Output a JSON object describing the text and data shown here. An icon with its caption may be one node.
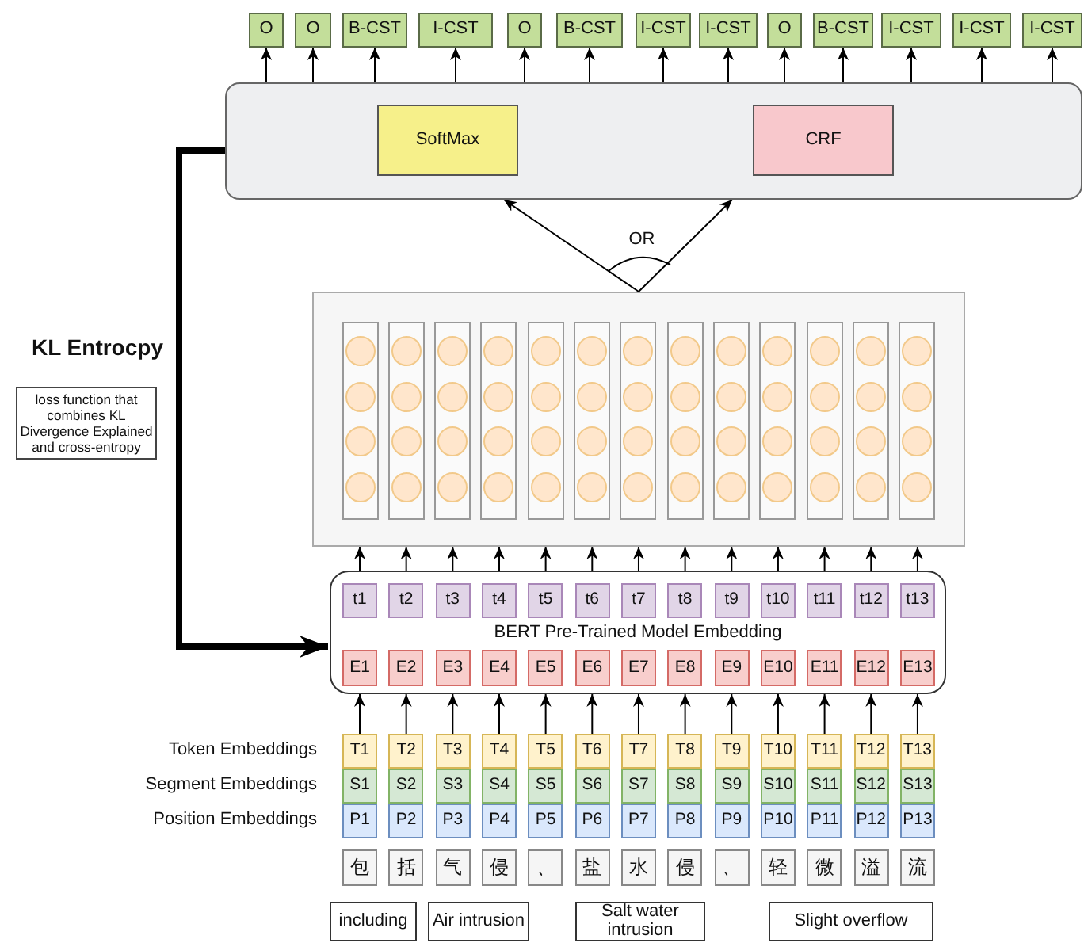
{
  "diagram": {
    "nodes": [
      {
        "text": [
          "O"
        ]
      },
      {
        "text": [
          "O"
        ]
      },
      {
        "text": [
          "B-CST"
        ]
      },
      {
        "text": [
          "I-CST"
        ]
      },
      {
        "text": [
          "O"
        ]
      },
      {
        "text": [
          "B-CST"
        ]
      },
      {
        "text": [
          "I-CST"
        ]
      },
      {
        "text": [
          "I-CST"
        ]
      },
      {
        "text": [
          "O"
        ]
      },
      {
        "text": [
          "B-CST"
        ]
      },
      {
        "text": [
          "I-CST"
        ]
      },
      {
        "text": [
          "I-CST"
        ]
      },
      {
        "text": [
          "I-CST"
        ]
      },
      {
        "text": [],
        "shape": "box"
      },
      {
        "text": [
          "SoftMax"
        ],
        "in": 13
      },
      {
        "text": [
          "CRF"
        ],
        "in": 13
      },
      {
        "text": [],
        "shape": "box"
      },
      {
        "text": [],
        "shape": "box",
        "in": 16
      },
      {
        "text": [],
        "shape": "box",
        "in": 16
      },
      {
        "text": [],
        "shape": "box",
        "in": 16
      },
      {
        "text": [],
        "shape": "box",
        "in": 16
      },
      {
        "text": [],
        "shape": "box",
        "in": 16
      },
      {
        "text": [],
        "shape": "box",
        "in": 16
      },
      {
        "text": [],
        "shape": "box",
        "in": 16
      },
      {
        "text": [],
        "shape": "box",
        "in": 16
      },
      {
        "text": [],
        "shape": "box",
        "in": 16
      },
      {
        "text": [],
        "shape": "box",
        "in": 16
      },
      {
        "text": [],
        "shape": "box",
        "in": 16
      },
      {
        "text": [],
        "shape": "box",
        "in": 16
      },
      {
        "text": [],
        "shape": "box",
        "in": 16
      },
      {
        "text": [],
        "shape": "circle",
        "in": 17
      },
      {
        "text": [],
        "shape": "circle",
        "in": 17
      },
      {
        "text": [],
        "shape": "circle",
        "in": 17
      },
      {
        "text": [],
        "shape": "circle",
        "in": 17
      },
      {
        "text": [],
        "shape": "circle",
        "in": 18
      },
      {
        "text": [],
        "shape": "circle",
        "in": 18
      },
      {
        "text": [],
        "shape": "circle",
        "in": 18
      },
      {
        "text": [],
        "shape": "circle",
        "in": 18
      },
      {
        "text": [],
        "shape": "circle",
        "in": 19
      },
      {
        "text": [],
        "shape": "circle",
        "in": 19
      },
      {
        "text": [],
        "shape": "circle",
        "in": 19
      },
      {
        "text": [],
        "shape": "circle",
        "in": 19
      },
      {
        "text": [],
        "shape": "circle",
        "in": 20
      },
      {
        "text": [],
        "shape": "circle",
        "in": 20
      },
      {
        "text": [],
        "shape": "circle",
        "in": 20
      },
      {
        "text": [],
        "shape": "circle",
        "in": 20
      },
      {
        "text": [],
        "shape": "circle",
        "in": 21
      },
      {
        "text": [],
        "shape": "circle",
        "in": 21
      },
      {
        "text": [],
        "shape": "circle",
        "in": 21
      },
      {
        "text": [],
        "shape": "circle",
        "in": 21
      },
      {
        "text": [],
        "shape": "circle",
        "in": 22
      },
      {
        "text": [],
        "shape": "circle",
        "in": 22
      },
      {
        "text": [],
        "shape": "circle",
        "in": 22
      },
      {
        "text": [],
        "shape": "circle",
        "in": 22
      },
      {
        "text": [],
        "shape": "circle",
        "in": 23
      },
      {
        "text": [],
        "shape": "circle",
        "in": 23
      },
      {
        "text": [],
        "shape": "circle",
        "in": 23
      },
      {
        "text": [],
        "shape": "circle",
        "in": 23
      },
      {
        "text": [],
        "shape": "circle",
        "in": 24
      },
      {
        "text": [],
        "shape": "circle",
        "in": 24
      },
      {
        "text": [],
        "shape": "circle",
        "in": 24
      },
      {
        "text": [],
        "shape": "circle",
        "in": 24
      },
      {
        "text": [],
        "shape": "circle",
        "in": 25
      },
      {
        "text": [],
        "shape": "circle",
        "in": 25
      },
      {
        "text": [],
        "shape": "circle",
        "in": 25
      },
      {
        "text": [],
        "shape": "circle",
        "in": 25
      },
      {
        "text": [],
        "shape": "circle",
        "in": 26
      },
      {
        "text": [],
        "shape": "circle",
        "in": 26
      },
      {
        "text": [],
        "shape": "circle",
        "in": 26
      },
      {
        "text": [],
        "shape": "circle",
        "in": 26
      },
      {
        "text": [],
        "shape": "circle",
        "in": 27
      },
      {
        "text": [],
        "shape": "circle",
        "in": 27
      },
      {
        "text": [],
        "shape": "circle",
        "in": 27
      },
      {
        "text": [],
        "shape": "circle",
        "in": 27
      },
      {
        "text": [],
        "shape": "circle",
        "in": 28
      },
      {
        "text": [],
        "shape": "circle",
        "in": 28
      },
      {
        "text": [],
        "shape": "circle",
        "in": 28
      },
      {
        "text": [],
        "shape": "circle",
        "in": 28
      },
      {
        "text": [],
        "shape": "circle",
        "in": 29
      },
      {
        "text": [],
        "shape": "circle",
        "in": 29
      },
      {
        "text": [],
        "shape": "circle",
        "in": 29
      },
      {
        "text": [],
        "shape": "circle",
        "in": 29
      },
      {
        "text": [
          "KL Entrocpy",
          "loss function that combines KL Divergence Explained and cross-entropy"
        ]
      },
      {
        "text": [
          "BERT Pre-Trained Model Embedding"
        ]
      },
      {
        "text": [
          "t1"
        ],
        "in": 83
      },
      {
        "text": [
          "t2"
        ],
        "in": 83
      },
      {
        "text": [
          "t3"
        ],
        "in": 83
      },
      {
        "text": [
          "t4"
        ],
        "in": 83
      },
      {
        "text": [
          "t5"
        ],
        "in": 83
      },
      {
        "text": [
          "t6"
        ],
        "in": 83
      },
      {
        "text": [
          "t7"
        ],
        "in": 83
      },
      {
        "text": [
          "t8"
        ],
        "in": 83
      },
      {
        "text": [
          "t9"
        ],
        "in": 83
      },
      {
        "text": [
          "t10"
        ],
        "in": 83
      },
      {
        "text": [
          "t11"
        ],
        "in": 83
      },
      {
        "text": [
          "t12"
        ],
        "in": 83
      },
      {
        "text": [
          "t13"
        ],
        "in": 83
      },
      {
        "text": [
          "E1"
        ],
        "in": 83
      },
      {
        "text": [
          "E2"
        ],
        "in": 83
      },
      {
        "text": [
          "E3"
        ],
        "in": 83
      },
      {
        "text": [
          "E4"
        ],
        "in": 83
      },
      {
        "text": [
          "E5"
        ],
        "in": 83
      },
      {
        "text": [
          "E6"
        ],
        "in": 83
      },
      {
        "text": [
          "E7"
        ],
        "in": 83
      },
      {
        "text": [
          "E8"
        ],
        "in": 83
      },
      {
        "text": [
          "E9"
        ],
        "in": 83
      },
      {
        "text": [
          "E10"
        ],
        "in": 83
      },
      {
        "text": [
          "E11"
        ],
        "in": 83
      },
      {
        "text": [
          "E12"
        ],
        "in": 83
      },
      {
        "text": [
          "E13"
        ],
        "in": 83
      },
      {
        "text": [
          "T1"
        ]
      },
      {
        "text": [
          "T2"
        ]
      },
      {
        "text": [
          "T3"
        ]
      },
      {
        "text": [
          "T4"
        ]
      },
      {
        "text": [
          "T5"
        ]
      },
      {
        "text": [
          "T6"
        ]
      },
      {
        "text": [
          "T7"
        ]
      },
      {
        "text": [
          "T8"
        ]
      },
      {
        "text": [
          "T9"
        ]
      },
      {
        "text": [
          "T10"
        ]
      },
      {
        "text": [
          "T11"
        ]
      },
      {
        "text": [
          "T12"
        ]
      },
      {
        "text": [
          "T13"
        ]
      },
      {
        "text": [
          "S1"
        ]
      },
      {
        "text": [
          "S2"
        ]
      },
      {
        "text": [
          "S3"
        ]
      },
      {
        "text": [
          "S4"
        ]
      },
      {
        "text": [
          "S5"
        ]
      },
      {
        "text": [
          "S6"
        ]
      },
      {
        "text": [
          "S7"
        ]
      },
      {
        "text": [
          "S8"
        ]
      },
      {
        "text": [
          "S9"
        ]
      },
      {
        "text": [
          "S10"
        ]
      },
      {
        "text": [
          "S11"
        ]
      },
      {
        "text": [
          "S12"
        ]
      },
      {
        "text": [
          "S13"
        ]
      },
      {
        "text": [
          "P1"
        ]
      },
      {
        "text": [
          "P2"
        ]
      },
      {
        "text": [
          "P3"
        ]
      },
      {
        "text": [
          "P4"
        ]
      },
      {
        "text": [
          "P5"
        ]
      },
      {
        "text": [
          "P6"
        ]
      },
      {
        "text": [
          "P7"
        ]
      },
      {
        "text": [
          "P8"
        ]
      },
      {
        "text": [
          "P9"
        ]
      },
      {
        "text": [
          "P10"
        ]
      },
      {
        "text": [
          "P11"
        ]
      },
      {
        "text": [
          "P12"
        ]
      },
      {
        "text": [
          "P13"
        ]
      },
      {
        "text": [
          "包"
        ]
      },
      {
        "text": [
          "括"
        ]
      },
      {
        "text": [
          "气"
        ]
      },
      {
        "text": [
          "侵"
        ]
      },
      {
        "text": [
          "、"
        ]
      },
      {
        "text": [
          "盐"
        ]
      },
      {
        "text": [
          "水"
        ]
      },
      {
        "text": [
          "侵"
        ]
      },
      {
        "text": [
          "、"
        ]
      },
      {
        "text": [
          "轻"
        ]
      },
      {
        "text": [
          "微"
        ]
      },
      {
        "text": [
          "溢"
        ]
      },
      {
        "text": [
          "流"
        ]
      },
      {
        "text": [
          "including"
        ]
      },
      {
        "text": [
          "Air intrusion"
        ]
      },
      {
        "text": [
          "Salt water intrusion"
        ]
      },
      {
        "text": [
          "Slight overflow"
        ]
      }
    ],
    "edges": [
      {
        "from": 13,
        "to": 0,
        "arrow": "to"
      },
      {
        "from": 13,
        "to": 1,
        "arrow": "to"
      },
      {
        "from": 13,
        "to": 2,
        "arrow": "to"
      },
      {
        "from": 13,
        "to": 3,
        "arrow": "to"
      },
      {
        "from": 13,
        "to": 4,
        "arrow": "to"
      },
      {
        "from": 13,
        "to": 5,
        "arrow": "to"
      },
      {
        "from": 13,
        "to": 6,
        "arrow": "to"
      },
      {
        "from": 13,
        "to": 7,
        "arrow": "to"
      },
      {
        "from": 13,
        "to": 8,
        "arrow": "to"
      },
      {
        "from": 13,
        "to": 9,
        "arrow": "to"
      },
      {
        "from": 13,
        "to": 10,
        "arrow": "to"
      },
      {
        "from": 13,
        "to": 11,
        "arrow": "to"
      },
      {
        "from": 13,
        "to": 12,
        "arrow": "to"
      },
      {
        "from": 16,
        "to": 13,
        "arrow": "to"
      },
      {
        "from": 16,
        "to": 13,
        "arrow": "to"
      },
      {
        "from": 84,
        "to": 17,
        "arrow": "to"
      },
      {
        "from": 85,
        "to": 18,
        "arrow": "to"
      },
      {
        "from": 86,
        "to": 19,
        "arrow": "to"
      },
      {
        "from": 87,
        "to": 20,
        "arrow": "to"
      },
      {
        "from": 88,
        "to": 21,
        "arrow": "to"
      },
      {
        "from": 89,
        "to": 22,
        "arrow": "to"
      },
      {
        "from": 90,
        "to": 23,
        "arrow": "to"
      },
      {
        "from": 91,
        "to": 24,
        "arrow": "to"
      },
      {
        "from": 92,
        "to": 25,
        "arrow": "to"
      },
      {
        "from": 93,
        "to": 26,
        "arrow": "to"
      },
      {
        "from": 94,
        "to": 27,
        "arrow": "to"
      },
      {
        "from": 95,
        "to": 28,
        "arrow": "to"
      },
      {
        "from": 96,
        "to": 29,
        "arrow": "to"
      },
      {
        "from": 13,
        "to": 83,
        "arrow": "to",
        "style": "thick"
      },
      {
        "from": 110,
        "to": 97,
        "arrow": "to"
      },
      {
        "from": 111,
        "to": 98,
        "arrow": "to"
      },
      {
        "from": 112,
        "to": 99,
        "arrow": "to"
      },
      {
        "from": 113,
        "to": 100,
        "arrow": "to"
      },
      {
        "from": 114,
        "to": 101,
        "arrow": "to"
      },
      {
        "from": 115,
        "to": 102,
        "arrow": "to"
      },
      {
        "from": 116,
        "to": 103,
        "arrow": "to"
      },
      {
        "from": 117,
        "to": 104,
        "arrow": "to"
      },
      {
        "from": 118,
        "to": 105,
        "arrow": "to"
      },
      {
        "from": 119,
        "to": 106,
        "arrow": "to"
      },
      {
        "from": 120,
        "to": 107,
        "arrow": "to"
      },
      {
        "from": 121,
        "to": 108,
        "arrow": "to"
      },
      {
        "from": 122,
        "to": 109,
        "arrow": "to"
      }
    ],
    "labels": [
      "OR",
      "Token Embeddings",
      "Segment Embeddings",
      "Position Embeddings"
    ]
  }
}
